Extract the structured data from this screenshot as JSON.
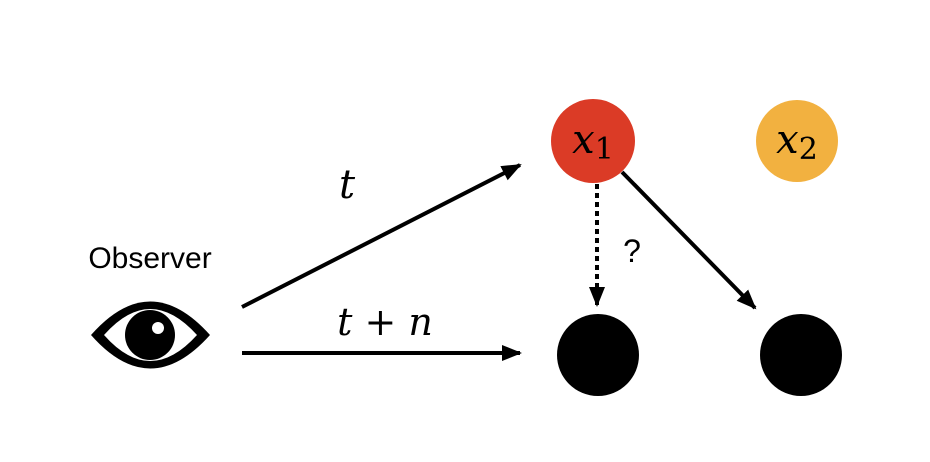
{
  "observer_label": "Observer",
  "edges": {
    "t_label": "t",
    "tn_label": "t + n",
    "question_label": "?"
  },
  "nodes": {
    "x1": {
      "var": "x",
      "sub": "1",
      "color": "#db3b26"
    },
    "x2": {
      "var": "x",
      "sub": "2",
      "color": "#f2b140"
    },
    "outcome_color": "#000000"
  }
}
